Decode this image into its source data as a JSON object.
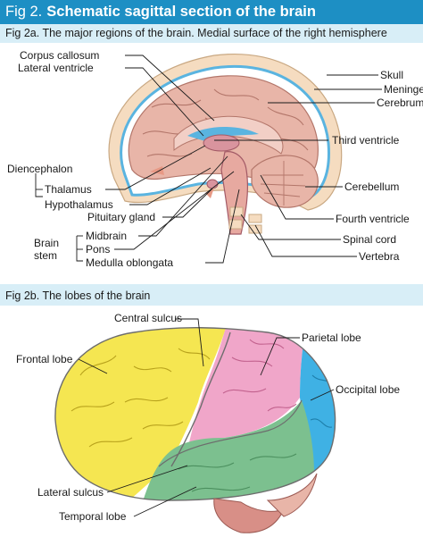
{
  "header": {
    "prefix": "Fig 2.",
    "title": "Schematic sagittal section of the brain"
  },
  "fig2a": {
    "caption": "Fig 2a. The major regions of the brain. Medial surface of the right hemisphere",
    "labels": {
      "corpus_callosum": "Corpus callosum",
      "lateral_ventricle": "Lateral ventricle",
      "diencephalon": "Diencephalon",
      "thalamus": "Thalamus",
      "hypothalamus": "Hypothalamus",
      "pituitary_gland": "Pituitary gland",
      "brain_stem_1": "Brain",
      "brain_stem_2": "stem",
      "midbrain": "Midbrain",
      "pons": "Pons",
      "medulla": "Medulla oblongata",
      "skull": "Skull",
      "meninges": "Meninges",
      "cerebrum": "Cerebrum",
      "third_ventricle": "Third ventricle",
      "cerebellum": "Cerebellum",
      "fourth_ventricle": "Fourth ventricle",
      "spinal_cord": "Spinal cord",
      "vertebra": "Vertebra"
    }
  },
  "fig2b": {
    "caption": "Fig 2b. The lobes of the brain",
    "labels": {
      "central_sulcus": "Central sulcus",
      "frontal_lobe": "Frontal lobe",
      "parietal_lobe": "Parietal lobe",
      "occipital_lobe": "Occipital lobe",
      "lateral_sulcus": "Lateral sulcus",
      "temporal_lobe": "Temporal lobe"
    }
  },
  "colors": {
    "header_bg": "#1d8fc4",
    "caption_bg": "#d8eef7",
    "skull": "#f5dcc0",
    "meninges": "#5ab4e0",
    "brain": "#e8b5a8",
    "frontal": "#f5e651",
    "parietal": "#f0a6c9",
    "occipital": "#3fb1e4",
    "temporal": "#7cc08f"
  }
}
